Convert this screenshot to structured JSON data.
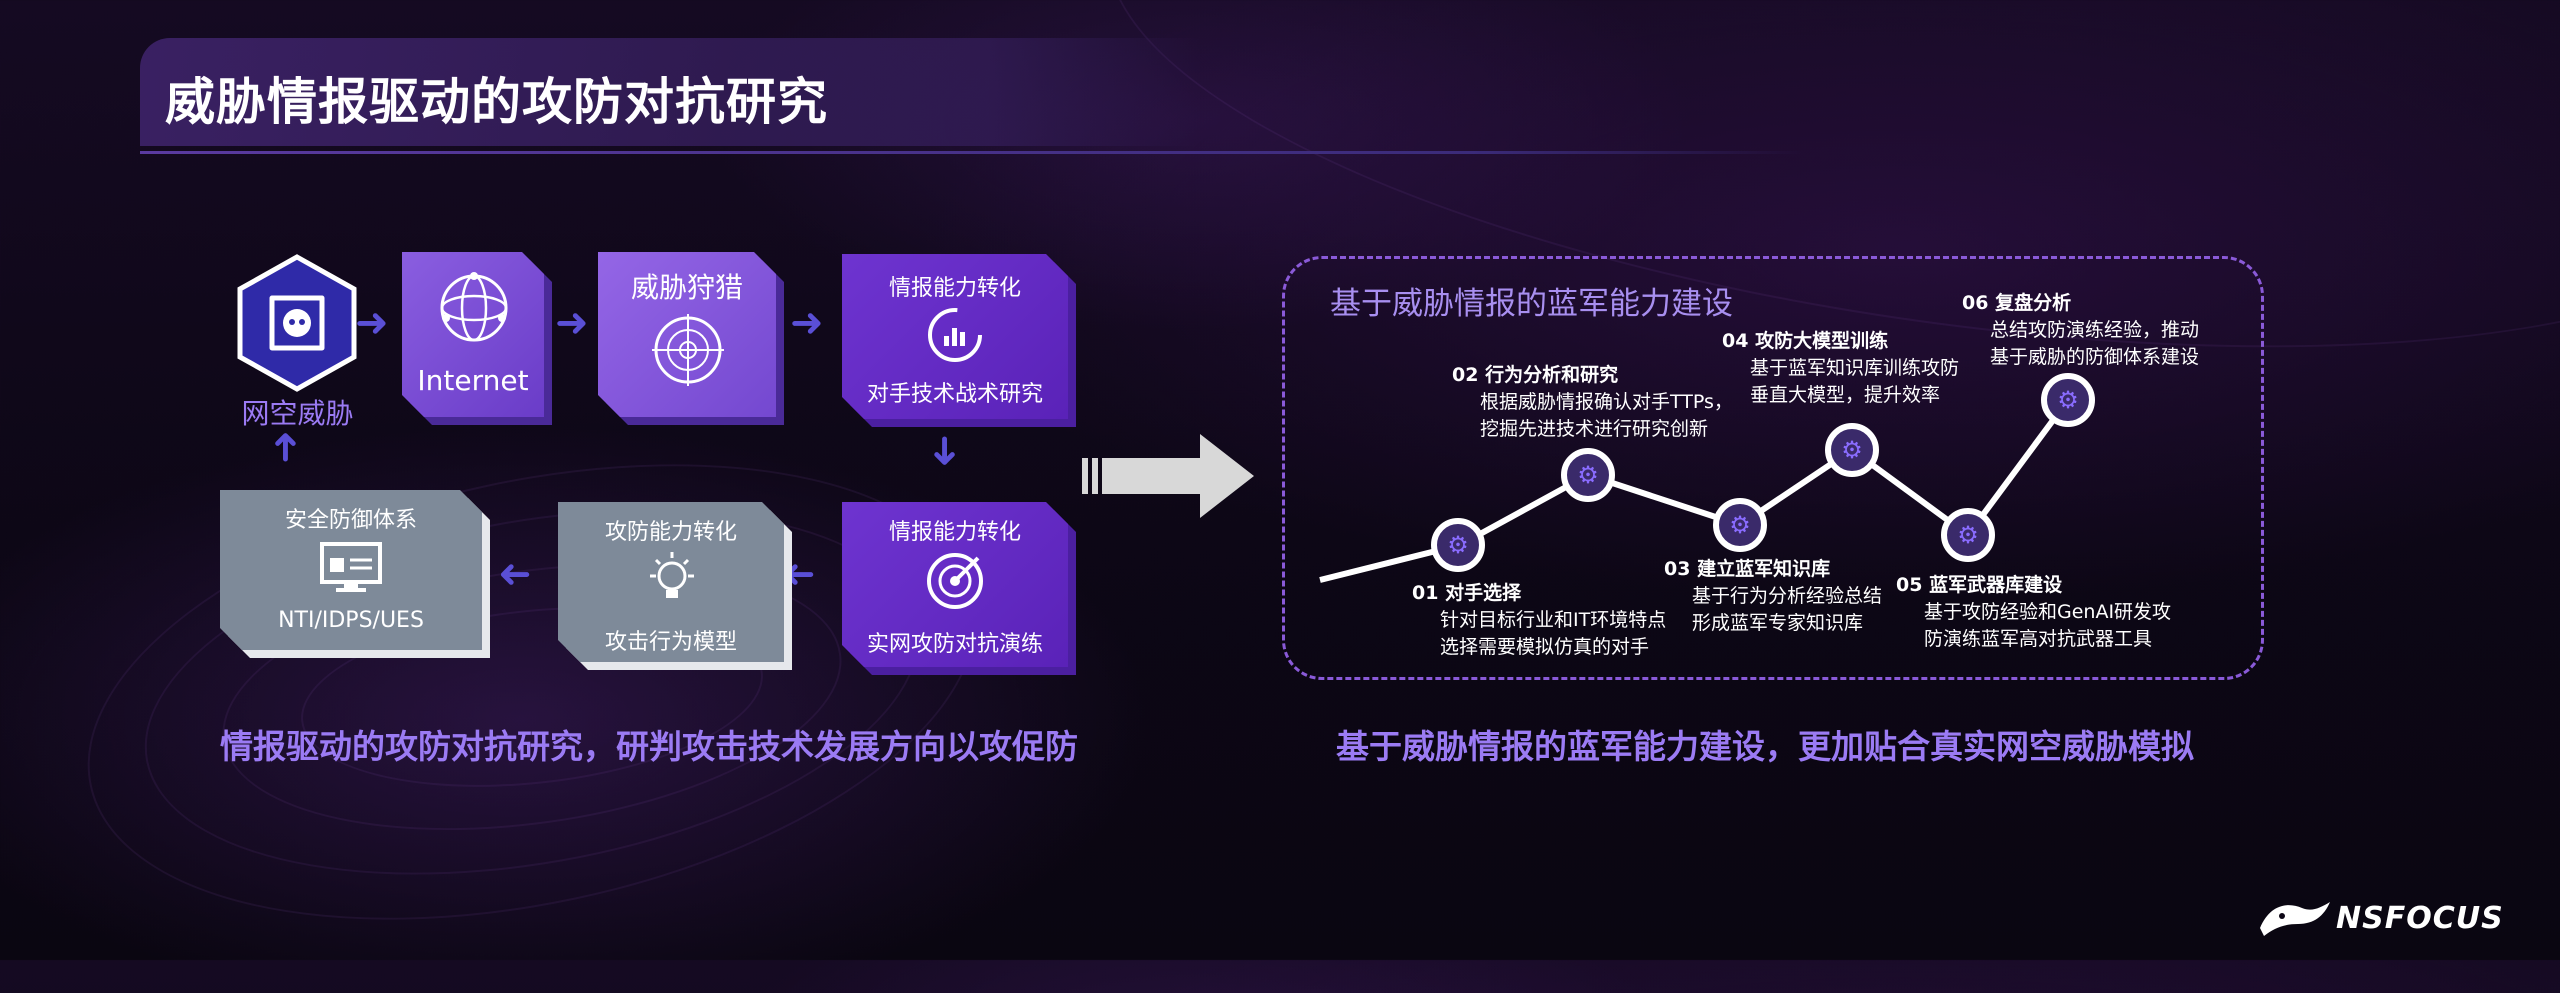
{
  "title": "威胁情报驱动的攻防对抗研究",
  "left_panel": {
    "threat_label": "网空威胁",
    "internet_label": "Internet",
    "hunting_label": "威胁狩猎",
    "intel_convert_1": {
      "title": "情报能力转化",
      "subtitle": "对手技术战术研究"
    },
    "intel_convert_2": {
      "title": "情报能力转化",
      "subtitle": "实网攻防对抗演练"
    },
    "attack_convert": {
      "title": "攻防能力转化",
      "subtitle": "攻击行为模型"
    },
    "defense_system": {
      "title": "安全防御体系",
      "subtitle": "NTI/IDPS/UES"
    },
    "caption": "情报驱动的攻防对抗研究，研判攻击技术发展方向以攻促防"
  },
  "right_panel": {
    "title": "基于威胁情报的蓝军能力建设",
    "steps": [
      {
        "num": "01",
        "title": "对手选择",
        "lines": [
          "针对目标行业和IT环境特点",
          "选择需要模拟仿真的对手"
        ]
      },
      {
        "num": "02",
        "title": "行为分析和研究",
        "lines": [
          "根据威胁情报确认对手TTPs，",
          "挖掘先进技术进行研究创新"
        ]
      },
      {
        "num": "03",
        "title": "建立蓝军知识库",
        "lines": [
          "基于行为分析经验总结",
          "形成蓝军专家知识库"
        ]
      },
      {
        "num": "04",
        "title": "攻防大模型训练",
        "lines": [
          "基于蓝军知识库训练攻防",
          "垂直大模型，提升效率"
        ]
      },
      {
        "num": "05",
        "title": "蓝军武器库建设",
        "lines": [
          "基于攻防经验和GenAI研发攻",
          "防演练蓝军高对抗武器工具"
        ]
      },
      {
        "num": "06",
        "title": "复盘分析",
        "lines": [
          "总结攻防演练经验，推动",
          "基于威胁的防御体系建设"
        ]
      }
    ],
    "caption": "基于威胁情报的蓝军能力建设，更加贴合真实网空威胁模拟"
  },
  "logo": "NSFOCUS",
  "colors": {
    "accent": "#9b7bf4",
    "purple_box": "#6a2ec8",
    "gray_box": "#7e8a99",
    "arrow": "#5a4fd6"
  }
}
